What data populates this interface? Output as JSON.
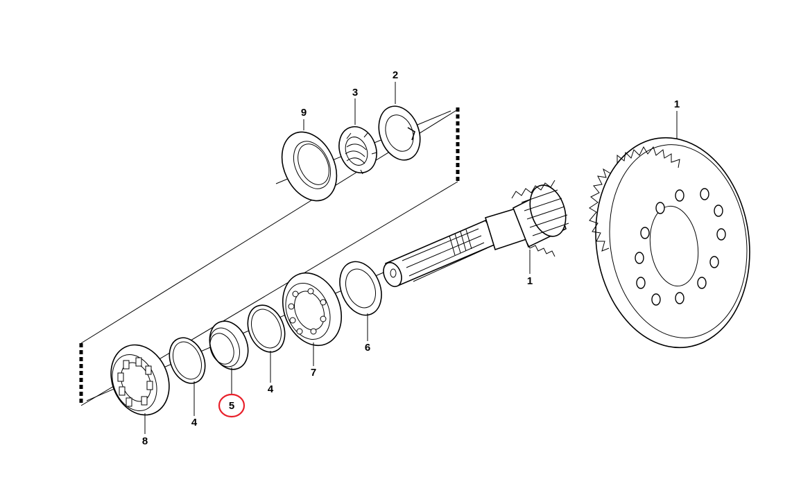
{
  "diagram": {
    "parts": [
      {
        "id": "ring-gear",
        "label": "1"
      },
      {
        "id": "pinion-shaft",
        "label": "1"
      },
      {
        "id": "lock-washer",
        "label": "2"
      },
      {
        "id": "slotted-nut",
        "label": "3"
      },
      {
        "id": "shim-left",
        "label": "4"
      },
      {
        "id": "shim-right",
        "label": "4"
      },
      {
        "id": "spacer-sleeve",
        "label": "5"
      },
      {
        "id": "thrust-washer",
        "label": "6"
      },
      {
        "id": "bearing-large",
        "label": "7"
      },
      {
        "id": "bearing-small",
        "label": "8"
      },
      {
        "id": "oil-seal",
        "label": "9"
      }
    ],
    "highlight": {
      "part": "spacer-sleeve",
      "color": "#e8202a"
    }
  }
}
